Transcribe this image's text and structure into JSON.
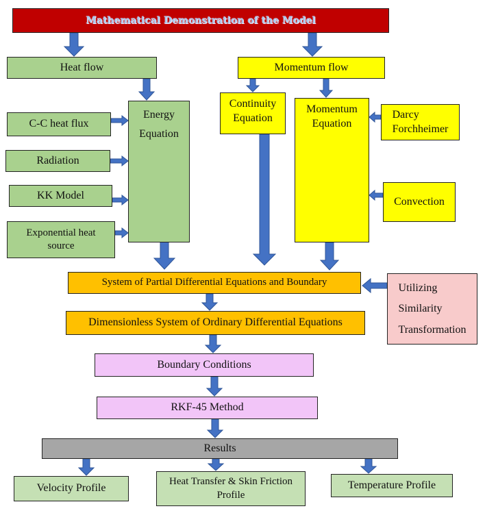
{
  "title": "Mathematical Demonstration of the Model",
  "heat_flow": "Heat flow",
  "momentum_flow": "Momentum flow",
  "energy_equation": "Energy\nEquation",
  "continuity_equation": "Continuity\nEquation",
  "momentum_equation": "Momentum\nEquation",
  "cc_heat_flux": "C-C heat flux",
  "radiation": "Radiation",
  "kk_model": "KK Model",
  "exponential_heat_source": "Exponential heat\nsource",
  "darcy_forchheimer": "Darcy\nForchheimer",
  "convection": "Convection",
  "pde_system": "System of Partial Differential Equations and Boundary",
  "similarity_transformation": "Utilizing\n\nSimilarity\n\nTransformation",
  "ode_system": "Dimensionless System of Ordinary Differential Equations",
  "boundary_conditions": "Boundary Conditions",
  "rkf45_method": "RKF-45 Method",
  "results": "Results",
  "velocity_profile": "Velocity Profile",
  "heat_transfer_skin_friction": "Heat Transfer & Skin Friction\nProfile",
  "temperature_profile": "Temperature Profile",
  "colors": {
    "title_bg": "#c00000",
    "title_text": "#a9c5ee",
    "green": "#a9d18e",
    "yellow": "#ffff00",
    "orange": "#ffc000",
    "pink": "#f8cbcb",
    "violet": "#f2c5f8",
    "gray": "#a6a6a6",
    "light_green": "#c5e0b4",
    "arrow": "#4472c4"
  }
}
